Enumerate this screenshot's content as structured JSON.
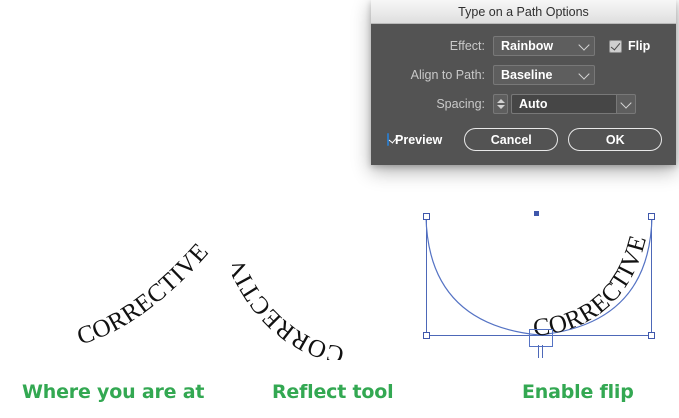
{
  "dialog": {
    "title": "Type on a Path Options",
    "fields": {
      "effect": {
        "label": "Effect:",
        "value": "Rainbow",
        "chevron_icon": "chevron-down-icon"
      },
      "flip": {
        "label": "Flip",
        "checked": true,
        "check_icon": "check-icon"
      },
      "align": {
        "label": "Align to Path:",
        "value": "Baseline",
        "chevron_icon": "chevron-down-icon"
      },
      "spacing": {
        "label": "Spacing:",
        "value": "Auto",
        "stepper_icon": "stepper-updown-icon",
        "chevron_icon": "chevron-down-icon"
      }
    },
    "footer": {
      "preview": {
        "label": "Preview",
        "checked": true,
        "check_icon": "check-icon"
      },
      "cancel_label": "Cancel",
      "ok_label": "OK"
    }
  },
  "captions": [
    {
      "text": "Where you are at"
    },
    {
      "text": "Reflect tool"
    },
    {
      "text": "Enable flip"
    }
  ],
  "artwork": {
    "text": "CORRECTIVE",
    "samples": [
      {
        "name": "flipped-upside-down-arc"
      },
      {
        "name": "reflected-arc"
      },
      {
        "name": "selected-path-arc"
      }
    ]
  },
  "colors": {
    "dialog_bg": "#535353",
    "titlebar_bg": "#eaeaea",
    "accent_blue": "#3b8fe0",
    "caption_green": "#33a852",
    "selection_blue": "#4d68b8"
  }
}
